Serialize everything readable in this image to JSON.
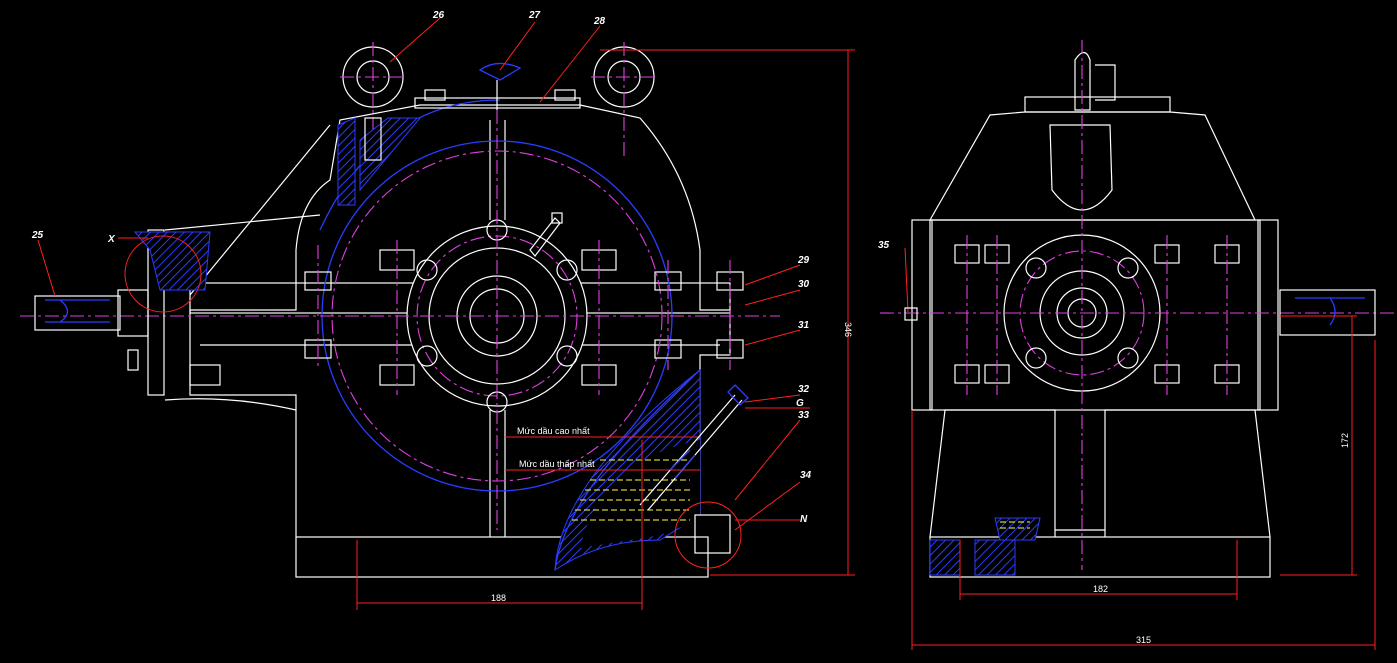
{
  "drawing": {
    "callouts": {
      "c25": "25",
      "c26": "26",
      "c27": "27",
      "c28": "28",
      "c29": "29",
      "c30": "30",
      "c31": "31",
      "c32": "32",
      "c33": "33",
      "c34": "34",
      "c35": "35"
    },
    "detail_marks": {
      "x": "X",
      "g": "G",
      "n": "N"
    },
    "notes": {
      "oil_max": "Mức dầu cao nhất",
      "oil_min": "Mức dầu thấp nhất"
    },
    "dimensions": {
      "d188": "188",
      "d346": "346",
      "d172": "172",
      "d182": "182",
      "d315": "315"
    },
    "colors": {
      "background": "#000000",
      "outline": "#ffffff",
      "hatch": "#2a3cff",
      "centerline": "#e040e0",
      "dimension": "#ff2020",
      "oil": "#ffff40"
    }
  }
}
